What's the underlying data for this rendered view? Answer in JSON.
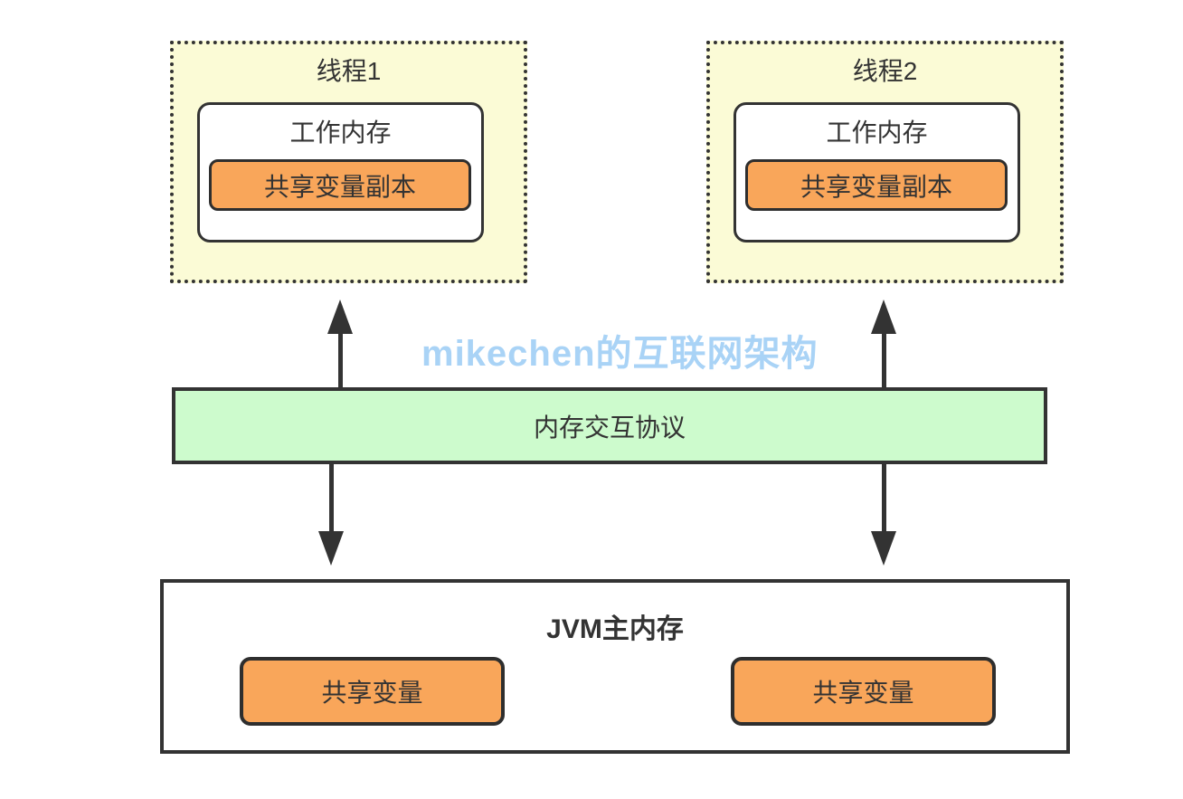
{
  "diagram": {
    "watermark": "mikechen的互联网架构",
    "threads": [
      {
        "title": "线程1",
        "working_memory": "工作内存",
        "shared_copy": "共享变量副本"
      },
      {
        "title": "线程2",
        "working_memory": "工作内存",
        "shared_copy": "共享变量副本"
      }
    ],
    "protocol": {
      "label": "内存交互协议"
    },
    "main_memory": {
      "title": "JVM主内存",
      "shared_vars": [
        "共享变量",
        "共享变量"
      ]
    },
    "colors": {
      "thread_fill": "#fbfbd6",
      "orange_fill": "#f9a65a",
      "green_fill": "#cdfbcd",
      "border": "#333333",
      "watermark": "#a9d3f6",
      "text": "#333333"
    }
  }
}
